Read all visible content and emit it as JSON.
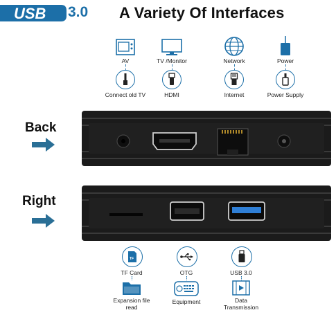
{
  "header": {
    "usb_logo_text": "USB",
    "usb_version": "3.0",
    "title": "A Variety Of Interfaces"
  },
  "top_interfaces": [
    {
      "label": "AV",
      "connector_caption": "Connect old TV",
      "icon": "old-tv-icon",
      "connector_icon": "av-jack-icon"
    },
    {
      "label": "TV /Monitor",
      "connector_caption": "HDMI",
      "icon": "monitor-icon",
      "connector_icon": "hdmi-plug-icon"
    },
    {
      "label": "Network",
      "connector_caption": "Internet",
      "icon": "globe-icon",
      "connector_icon": "ethernet-plug-icon"
    },
    {
      "label": "Power",
      "connector_caption": "Power Supply",
      "icon": "power-adapter-icon",
      "connector_icon": "dc-plug-icon"
    }
  ],
  "side_labels": {
    "back": "Back",
    "right": "Right"
  },
  "bottom_interfaces": [
    {
      "label": "TF Card",
      "function_caption": "Expansion file read",
      "icon": "tf-card-icon",
      "function_icon": "folder-icon"
    },
    {
      "label": "OTG",
      "function_caption": "Equipment",
      "icon": "usb-symbol-icon",
      "function_icon": "keyboard-icon"
    },
    {
      "label": "USB 3.0",
      "function_caption": "Data Transmission",
      "icon": "usb-stick-icon",
      "function_icon": "film-icon"
    }
  ],
  "colors": {
    "accent": "#1c6fa8",
    "arrow": "#2a6f96",
    "device_body": "#1a1a1a",
    "usb3_port": "#2f7fd6"
  }
}
